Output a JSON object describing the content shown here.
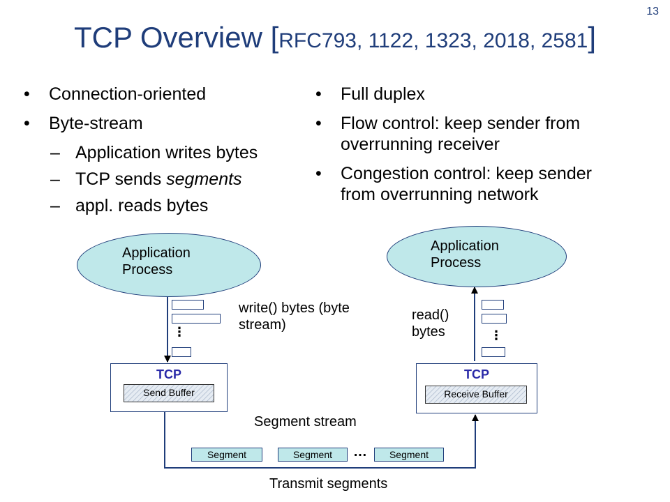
{
  "slide_number": "13",
  "title": {
    "main": "TCP Overview ",
    "bracket_open": "[",
    "refs": "RFC793, 1122, 1323, 2018, 2581",
    "bracket_close": "]"
  },
  "left_bullets": [
    {
      "text": "Connection-oriented"
    },
    {
      "text": "Byte-stream"
    }
  ],
  "left_sub_bullets": [
    {
      "text": "Application writes bytes"
    },
    {
      "text_prefix": "TCP sends ",
      "text_italic": "segments"
    },
    {
      "text": "appl. reads bytes"
    }
  ],
  "right_bullets": [
    {
      "text": "Full duplex"
    },
    {
      "text": "Flow control: keep sender from overrunning receiver"
    },
    {
      "text": "Congestion control: keep sender from overrunning network"
    }
  ],
  "diagram": {
    "left_app": "Application Process",
    "right_app": "Application Process",
    "write_label": "write() bytes (byte stream)",
    "read_label": "read() bytes",
    "tcp_left": "TCP",
    "tcp_right": "TCP",
    "send_buffer": "Send Buffer",
    "receive_buffer": "Receive Buffer",
    "segment_stream": "Segment stream",
    "segments": [
      "Segment",
      "Segment",
      "Segment"
    ],
    "segment_ellipsis": "…",
    "transmit": "Transmit segments",
    "vertical_ellipsis": "⋮"
  },
  "colors": {
    "title": "#1f3d7a",
    "ellipse_fill": "#bfe8ea",
    "tcp_label": "#2a2aa8"
  }
}
